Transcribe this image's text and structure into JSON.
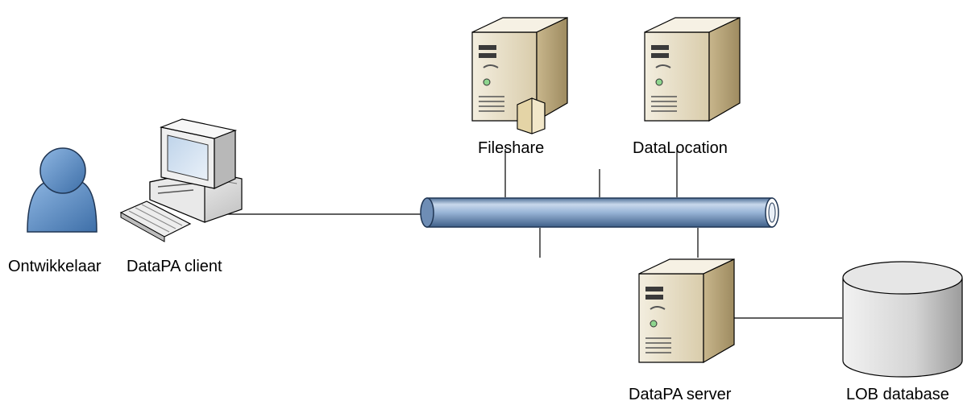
{
  "diagram": {
    "nodes": {
      "developer": {
        "label": "Ontwikkelaar",
        "icon": "person-icon"
      },
      "client": {
        "label": "DataPA client",
        "icon": "workstation-icon"
      },
      "fileshare": {
        "label": "Fileshare",
        "icon": "file-server-icon"
      },
      "datalocation": {
        "label": "DataLocation",
        "icon": "server-icon"
      },
      "server": {
        "label": "DataPA server",
        "icon": "server-icon"
      },
      "database": {
        "label": "LOB database",
        "icon": "database-icon"
      }
    },
    "network": {
      "icon": "network-bus-icon"
    },
    "connections": [
      [
        "client",
        "network"
      ],
      [
        "fileshare",
        "network"
      ],
      [
        "datalocation",
        "network"
      ],
      [
        "server",
        "network"
      ],
      [
        "server",
        "database"
      ]
    ],
    "colors": {
      "person": "#5B8FC7",
      "bus": "#8AA8CF",
      "server_case": "#E8DDC4",
      "database": "#D9D9D9",
      "line": "#000000"
    }
  }
}
